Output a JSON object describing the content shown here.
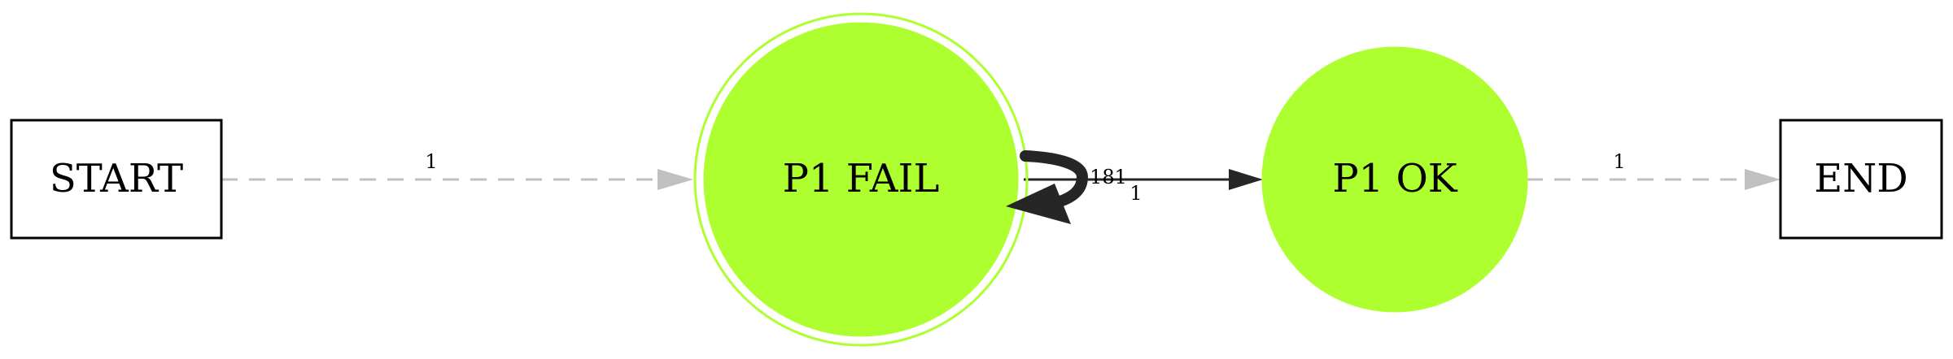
{
  "diagram": {
    "nodes": {
      "start": {
        "label": "START"
      },
      "p1_fail": {
        "label": "P1 FAIL"
      },
      "p1_ok": {
        "label": "P1 OK"
      },
      "end": {
        "label": "END"
      }
    },
    "edges": {
      "start_to_fail": {
        "label": "1"
      },
      "fail_self_loop": {
        "label": "181"
      },
      "fail_to_ok": {
        "label": "1"
      },
      "ok_to_end": {
        "label": "1"
      }
    }
  },
  "colors": {
    "node_fill": "#adff2f",
    "node_stroke": "#adff2f",
    "box_stroke": "#000000",
    "dashed_edge": "#c0c0c0",
    "solid_edge": "#262626"
  }
}
